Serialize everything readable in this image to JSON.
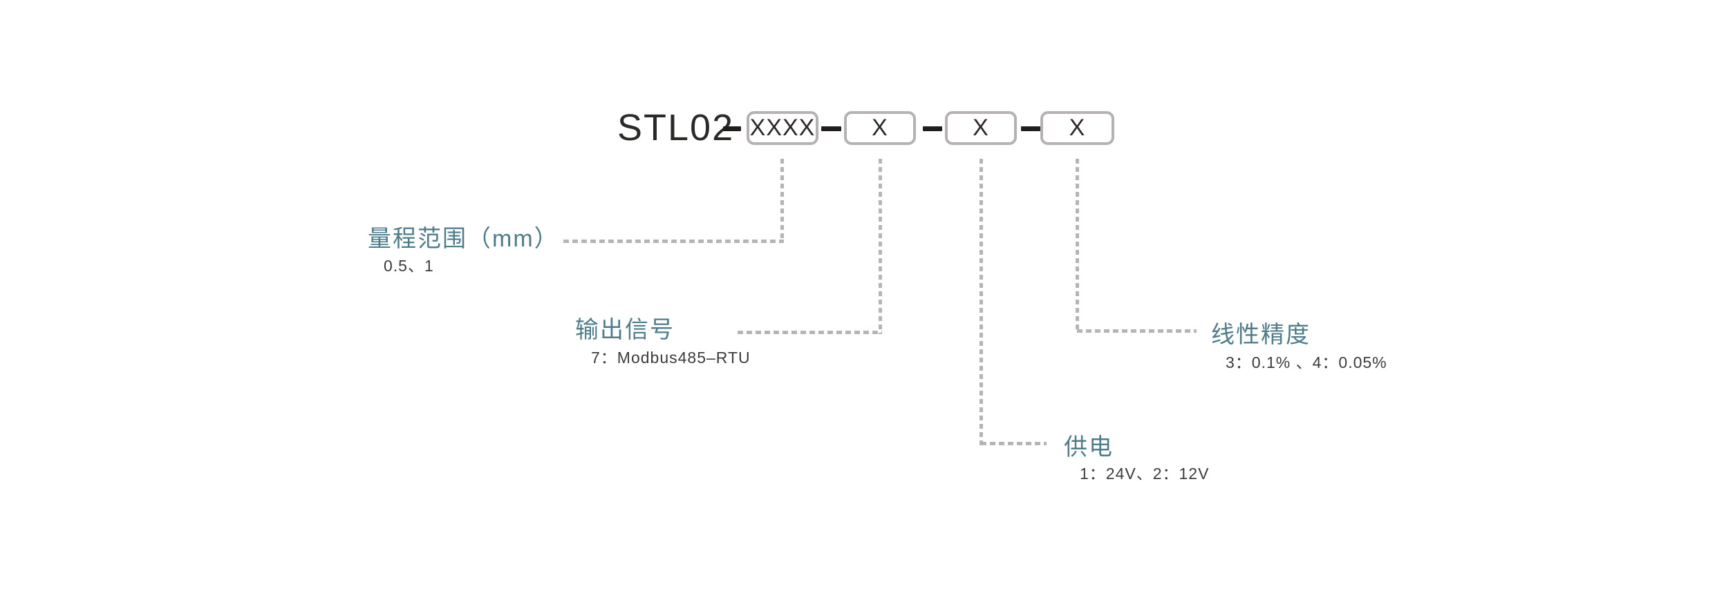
{
  "diagram": {
    "model_prefix": "STL02",
    "code_boxes": [
      {
        "value": "XXXX"
      },
      {
        "value": "X"
      },
      {
        "value": "X"
      },
      {
        "value": "X"
      }
    ],
    "callouts": [
      {
        "id": "measuring-range",
        "label": "量程范围（mm）",
        "options": "0.5、1",
        "side": "left"
      },
      {
        "id": "output-signal",
        "label": "输出信号",
        "options": "7：Modbus485–RTU",
        "side": "left"
      },
      {
        "id": "power-supply",
        "label": "供电",
        "options": "1：24V、2：12V",
        "side": "right"
      },
      {
        "id": "linearity",
        "label": "线性精度",
        "options": "3：0.1% 、4：0.05%",
        "side": "right"
      }
    ],
    "colors": {
      "label_accent": "#4e7c8b",
      "body_text": "#3c3b3a",
      "title_text": "#2b2a29",
      "box_border": "#b5b2b1",
      "dash_line": "#b7b4b3",
      "separator": "#201e1c",
      "background": "#ffffff"
    }
  }
}
